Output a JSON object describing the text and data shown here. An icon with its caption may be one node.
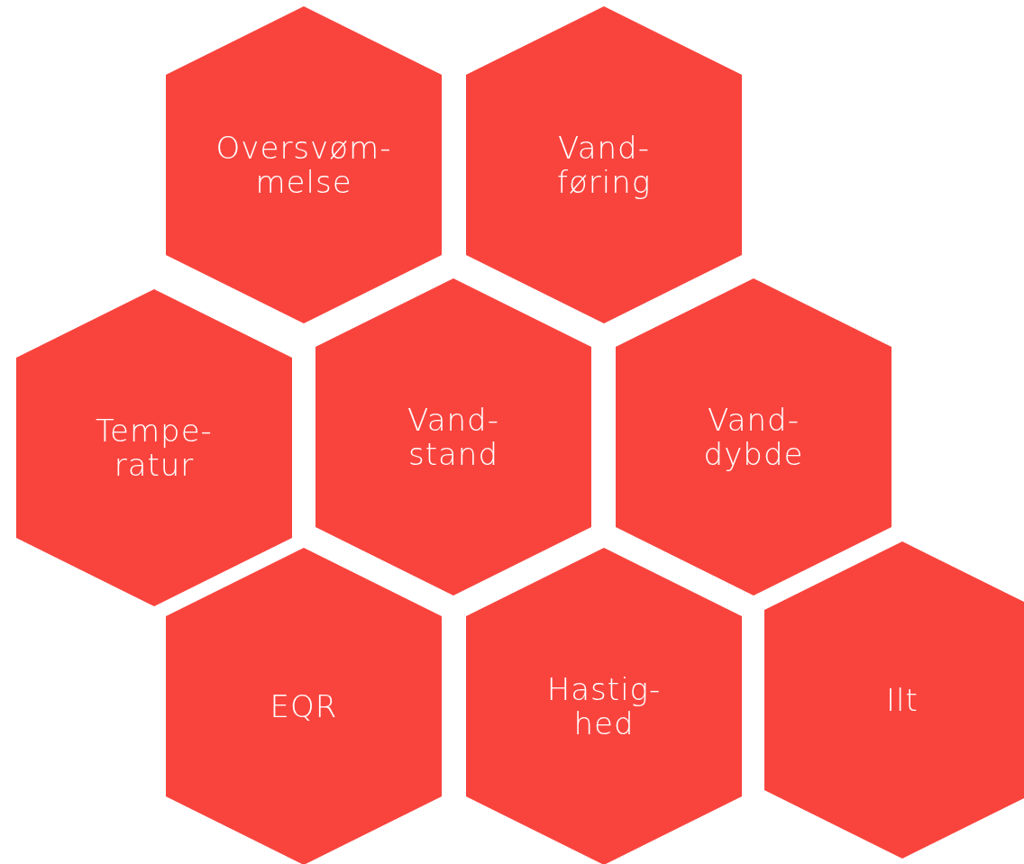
{
  "diagram": {
    "nodes": [
      {
        "text": [
          "Oversvøm- melse"
        ]
      },
      {
        "text": [
          "Vand- føring"
        ]
      },
      {
        "text": [
          "Tempe- ratur"
        ]
      },
      {
        "text": [
          "Vand- stand"
        ]
      },
      {
        "text": [
          "Vand- dybde"
        ]
      },
      {
        "text": [
          "EQR"
        ]
      },
      {
        "text": [
          "Hastig- hed"
        ]
      },
      {
        "text": [
          "Ilt"
        ]
      }
    ]
  }
}
